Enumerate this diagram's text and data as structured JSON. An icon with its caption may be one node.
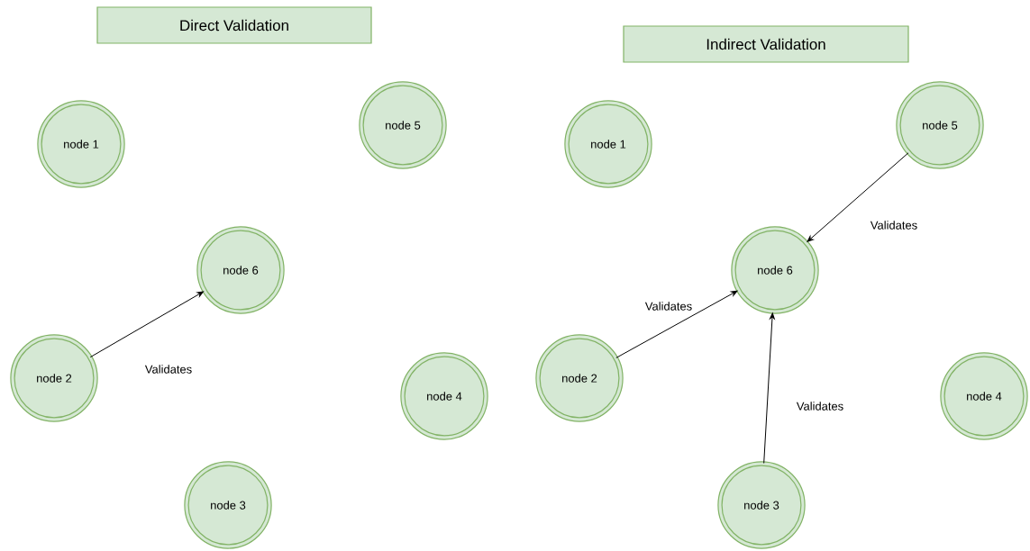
{
  "diagram": {
    "nodes": [
      {
        "text": [
          "Direct Validation"
        ]
      },
      {
        "text": [
          "node 1"
        ]
      },
      {
        "text": [
          "node 5"
        ]
      },
      {
        "text": [
          "node 6"
        ]
      },
      {
        "text": [
          "node 2"
        ]
      },
      {
        "text": [
          "node 4"
        ]
      },
      {
        "text": [
          "node 3"
        ]
      },
      {
        "text": [
          "Indirect Validation"
        ]
      },
      {
        "text": [
          "node 1"
        ]
      },
      {
        "text": [
          "node 5"
        ]
      },
      {
        "text": [
          "node 6"
        ]
      },
      {
        "text": [
          "node 2"
        ]
      },
      {
        "text": [
          "node 4"
        ]
      },
      {
        "text": [
          "node 3"
        ]
      }
    ],
    "edges": [
      {
        "from": 4,
        "to": 3,
        "arrow": "to",
        "label": "Validates"
      },
      {
        "from": 9,
        "to": 10,
        "arrow": "to",
        "label": "Validates"
      },
      {
        "from": 11,
        "to": 10,
        "arrow": "to",
        "label": "Validates"
      },
      {
        "from": 13,
        "to": 10,
        "arrow": "to",
        "label": "Validates"
      }
    ]
  }
}
